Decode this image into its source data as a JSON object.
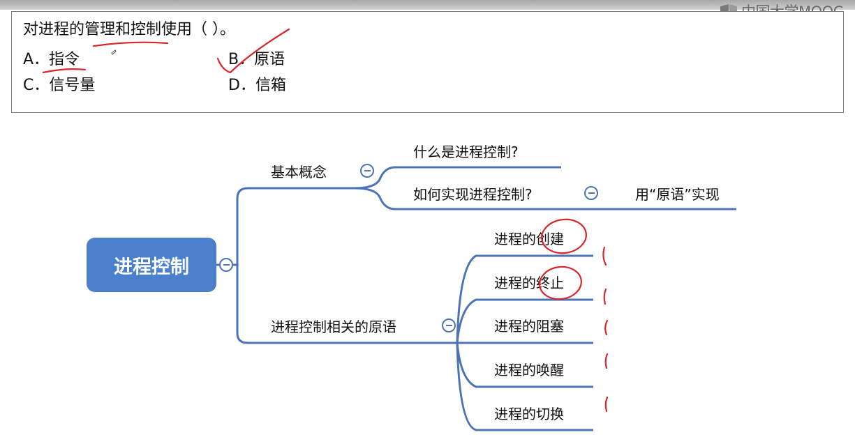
{
  "watermark": {
    "text": "中国大学MOOC"
  },
  "question": {
    "stem": "对进程的管理和控制使用（  ）。",
    "options": [
      {
        "label": "A．指令"
      },
      {
        "label": "B．原语"
      },
      {
        "label": "C．信号量"
      },
      {
        "label": "D．信箱"
      }
    ]
  },
  "mindmap": {
    "root": "进程控制",
    "branches": [
      {
        "label": "基本概念",
        "children": [
          {
            "label": "什么是进程控制?"
          },
          {
            "label": "如何实现进程控制?",
            "children": [
              {
                "label": "用“原语”实现"
              }
            ]
          }
        ]
      },
      {
        "label": "进程控制相关的原语",
        "children": [
          {
            "label": "进程的创建"
          },
          {
            "label": "进程的终止"
          },
          {
            "label": "进程的阻塞"
          },
          {
            "label": "进程的唤醒"
          },
          {
            "label": "进程的切换"
          }
        ]
      }
    ]
  },
  "colors": {
    "line_blue": "#4b73b5",
    "root_fill": "#4a7fcb",
    "annotation_red": "#d8262b"
  }
}
